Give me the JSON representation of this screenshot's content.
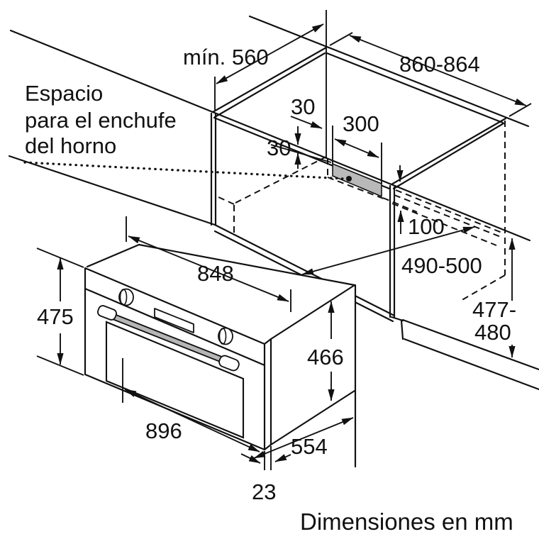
{
  "diagram": {
    "title_note": {
      "line1": "Espacio",
      "line2": "para el enchufe",
      "line3": "del horno"
    },
    "footer": "Dimensiones en mm",
    "units": "mm",
    "dimensions": {
      "min_wall_depth": "mín. 560",
      "niche_width": "860-864",
      "plug_side_offset": "30",
      "plug_top_gap": "30",
      "plug_width": "300",
      "plug_zone_height": "100",
      "niche_depth": "490-500",
      "niche_height_line1": "477-",
      "niche_height_line2": "480",
      "body_width": "848",
      "front_height": "475",
      "body_height": "466",
      "front_width": "896",
      "body_depth": "554",
      "door_thickness": "23"
    },
    "colors": {
      "line": "#111111",
      "plug_area": "#b9b9b9",
      "handle": "#b5b5b5",
      "background": "#ffffff"
    }
  }
}
